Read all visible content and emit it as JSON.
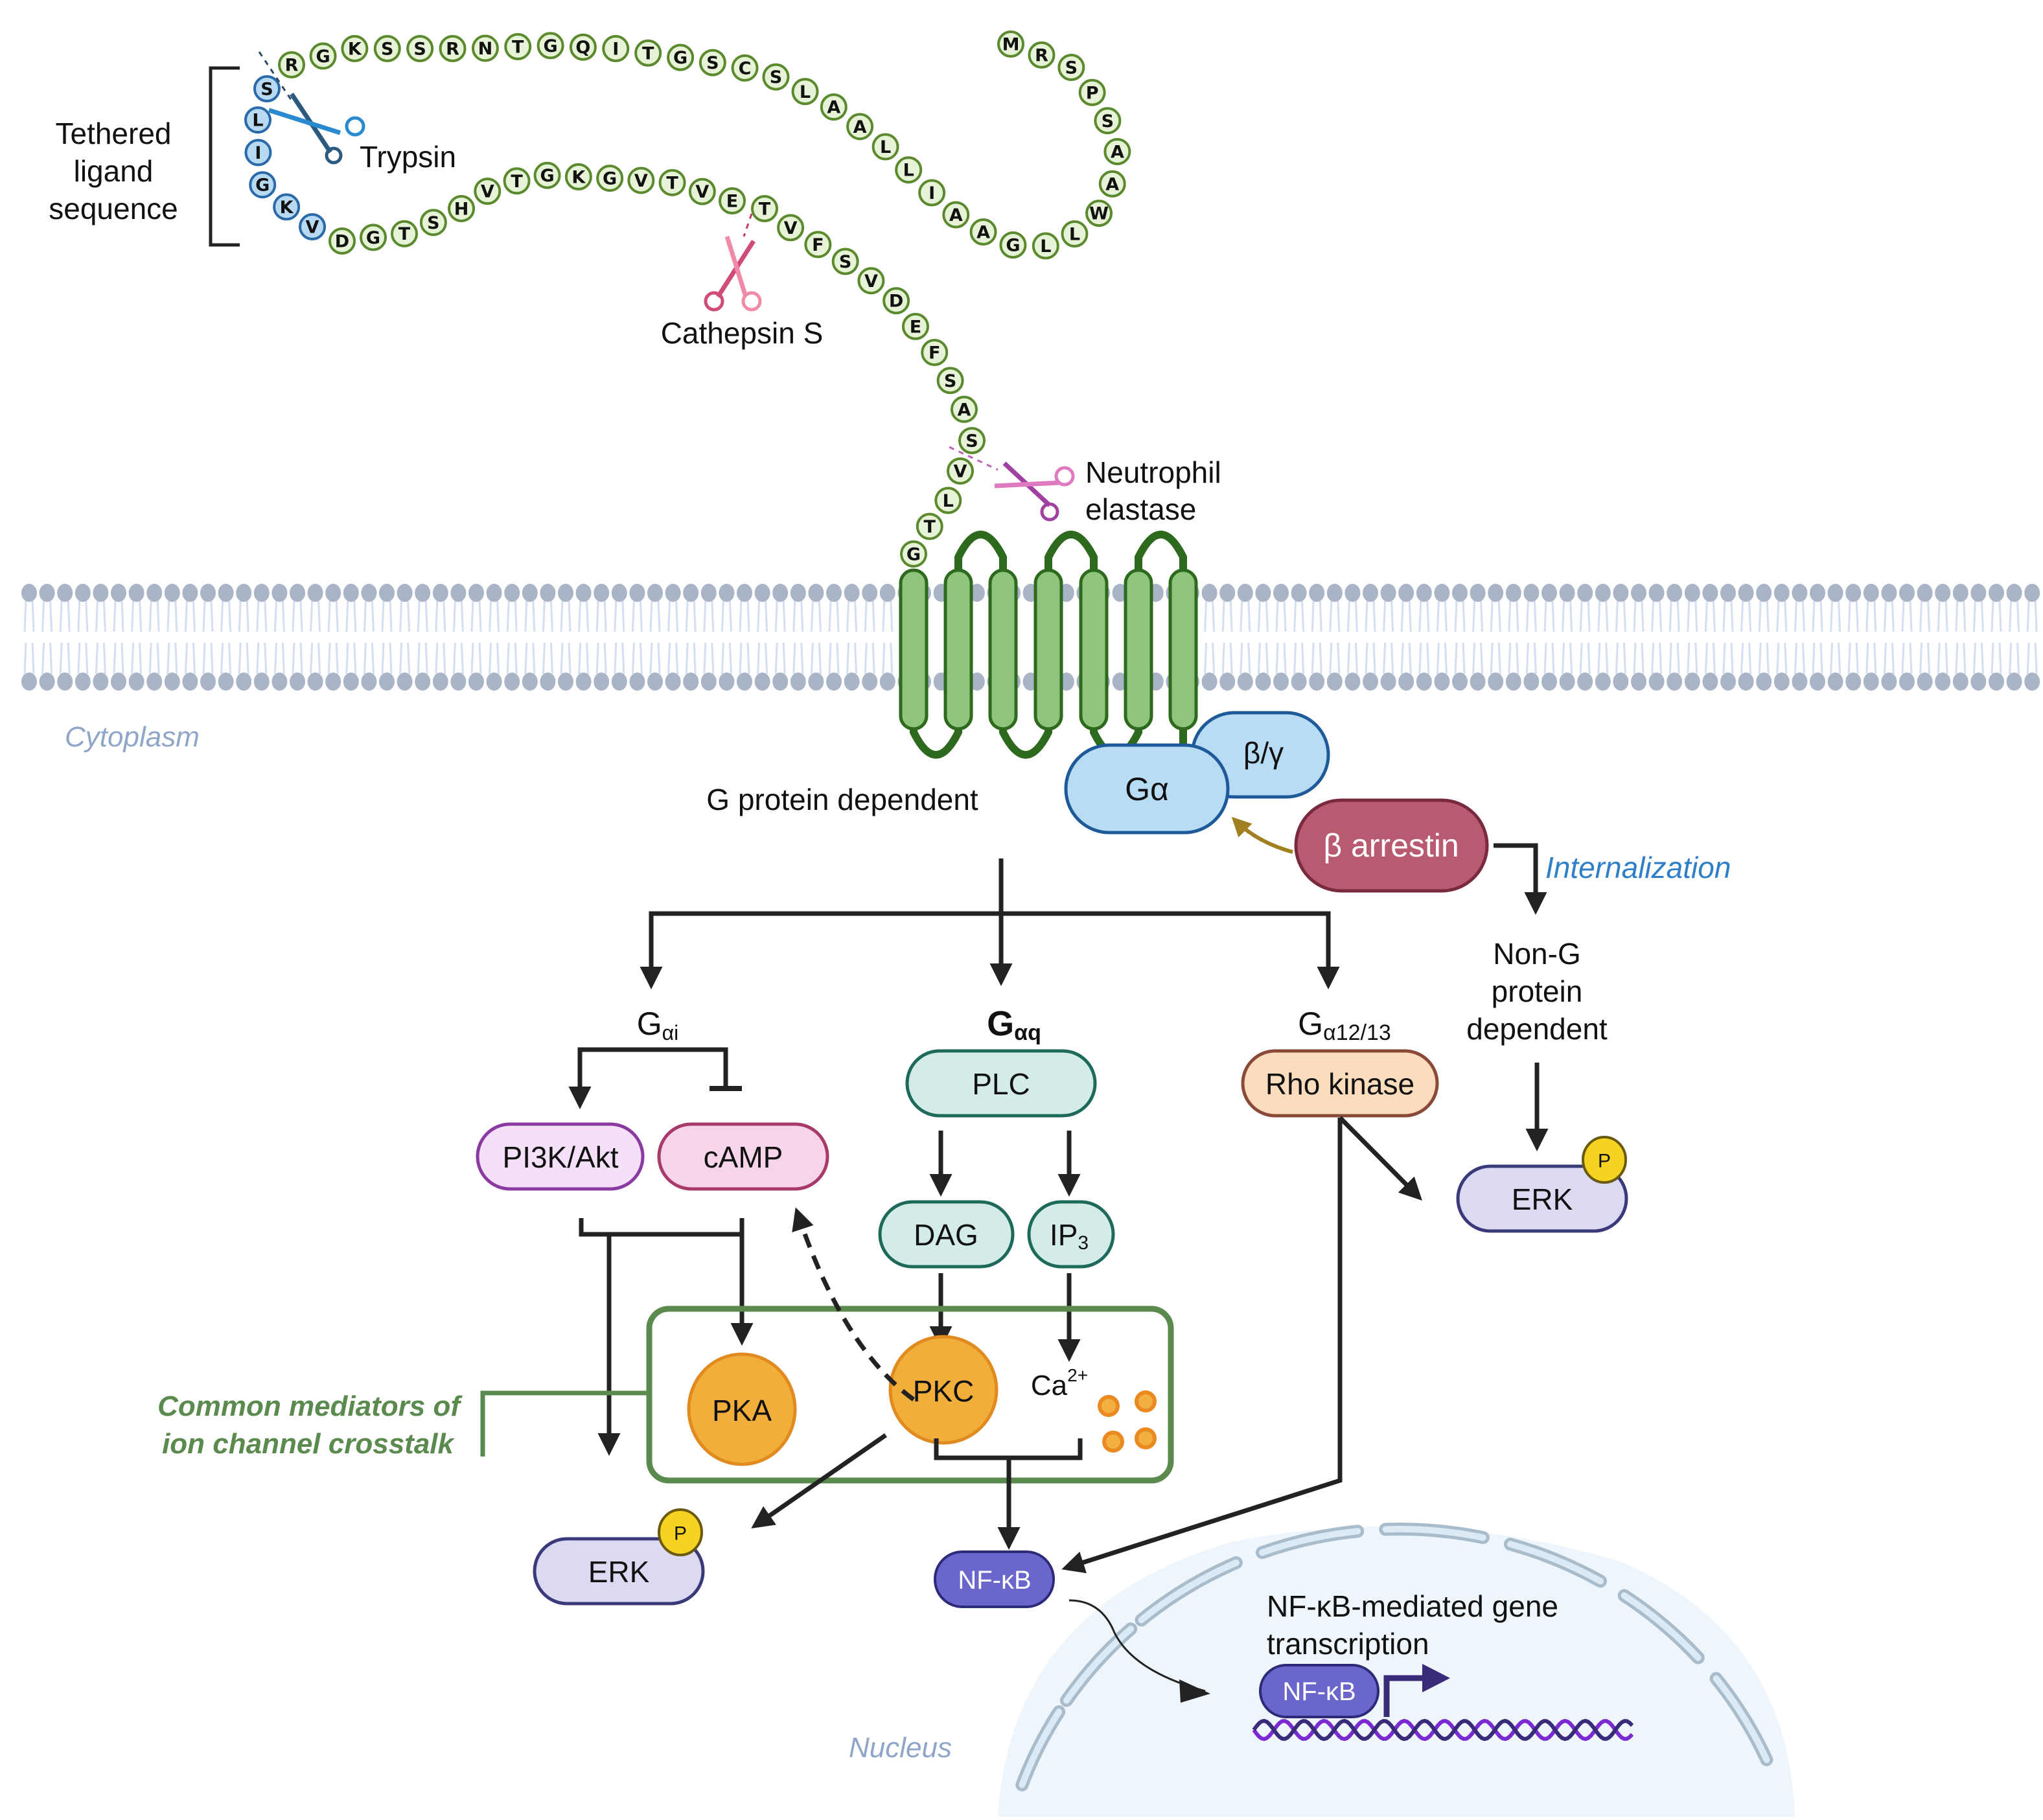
{
  "figure": {
    "title": "PAR2 activation and downstream signaling",
    "colors": {
      "aa_fill": "#e6f3d6",
      "aa_stroke": "#5b8a2e",
      "tethered_fill": "#b8d9f2",
      "tethered_stroke": "#2a6aa8",
      "membrane_head": "#a9b4c6",
      "membrane_tail": "#d4def0",
      "receptor_fill": "#8fc57a",
      "receptor_stroke": "#2e6a1e",
      "g_protein_fill": "#b8dcf4",
      "g_protein_stroke": "#1e5a9a",
      "arrestin_fill": "#b85a70",
      "arrestin_stroke": "#7a2a3e",
      "pi3k_fill": "#f4e0f8",
      "pi3k_stroke": "#8a3aa0",
      "camp_fill": "#f6d4ea",
      "camp_stroke": "#a83a6a",
      "plc_fill": "#d4ece8",
      "plc_stroke": "#1e6a5a",
      "rho_fill": "#fbdcbc",
      "rho_stroke": "#8a4a3a",
      "erk_fill": "#dcdaf2",
      "erk_stroke": "#3a3a7a",
      "p_fill": "#f5d320",
      "p_stroke": "#6a5a10",
      "kinase_fill": "#f2ae3a",
      "kinase_stroke": "#e08a20",
      "nfkb_fill": "#6a66cc",
      "nfkb_stroke": "#2e2a7a",
      "crosstalk_box": "#5b8a4e",
      "nucleus_fill": "#eef5fb",
      "nucleus_stroke": "#a8bccc",
      "dna_1": "#7a2ad0",
      "dna_2": "#3a2a7a",
      "trypsin_color": "#2a8ad0",
      "cathepsin_color": "#d04a7a",
      "elastase_color": "#c060b0",
      "arrestin_arrow": "#a08020"
    }
  },
  "peptide": {
    "n_terminal_arm": [
      "M",
      "R",
      "S",
      "P",
      "S",
      "A",
      "A",
      "W",
      "L",
      "L",
      "G",
      "A",
      "A",
      "I",
      "L",
      "L",
      "A",
      "A",
      "L",
      "S",
      "C",
      "S",
      "G",
      "T",
      "I",
      "Q",
      "G",
      "T",
      "N",
      "R",
      "S",
      "S",
      "K",
      "G",
      "R"
    ],
    "tethered_ligand": [
      "S",
      "L",
      "I",
      "G",
      "K",
      "V"
    ],
    "middle_arm": [
      "D",
      "G",
      "T",
      "S",
      "H",
      "V",
      "T",
      "G",
      "K",
      "G",
      "V",
      "T",
      "V",
      "E"
    ],
    "lower_arm": [
      "T",
      "V",
      "F",
      "S",
      "V",
      "D",
      "E",
      "F",
      "S",
      "A",
      "S"
    ],
    "juxtamembrane": [
      "V",
      "L",
      "T",
      "G"
    ]
  },
  "labels": {
    "tethered": [
      "Tethered",
      "ligand",
      "sequence"
    ],
    "trypsin": "Trypsin",
    "cathepsin": "Cathepsin S",
    "elastase": [
      "Neutrophil",
      "elastase"
    ],
    "cytoplasm": "Cytoplasm",
    "nucleus": "Nucleus",
    "g_protein_dependent": "G protein dependent",
    "internalization": "Internalization",
    "non_g": [
      "Non-G",
      "protein",
      "dependent"
    ],
    "crosstalk": [
      "Common mediators of",
      "ion channel crosstalk"
    ],
    "transcription": [
      "NF-κB-mediated gene",
      "transcription"
    ]
  },
  "nodes": {
    "g_alpha": "Gα",
    "beta_gamma": "β/γ",
    "beta_arrestin": "β arrestin",
    "gai_main": "G",
    "gai_sub": "αi",
    "gaq_main": "G",
    "gaq_sub": "αq",
    "ga1213_main": "G",
    "ga1213_sub": "α12/13",
    "pi3k": "PI3K/Akt",
    "camp": "cAMP",
    "plc": "PLC",
    "dag": "DAG",
    "ip3_main": "IP",
    "ip3_sub": "3",
    "rho": "Rho kinase",
    "erk_right": "ERK",
    "erk_left": "ERK",
    "phospho": "P",
    "pka": "PKA",
    "pkc": "PKC",
    "ca_main": "Ca",
    "ca_sup": "2+",
    "nfkb_cyto": "NF-κB",
    "nfkb_nuc": "NF-κB"
  }
}
